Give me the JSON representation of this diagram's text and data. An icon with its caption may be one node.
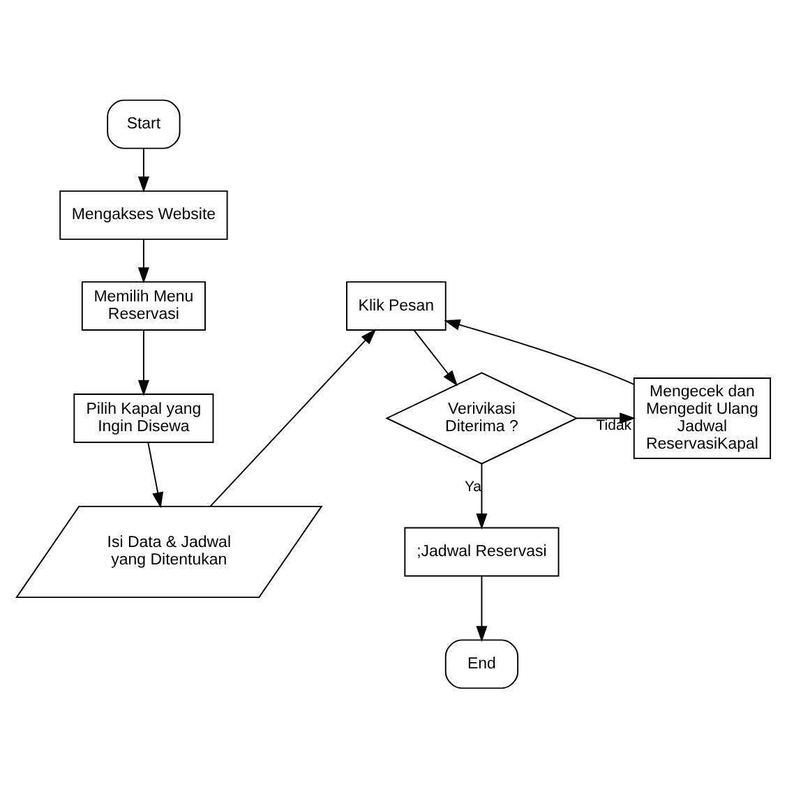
{
  "diagram": {
    "nodes": [
      {
        "text": [
          "Start"
        ]
      },
      {
        "text": [
          "Mengakses Website"
        ]
      },
      {
        "text": [
          "Memilih Menu Reservasi"
        ]
      },
      {
        "text": [
          "Pilih Kapal yang Ingin Disewa"
        ]
      },
      {
        "text": [
          "Isi Data & Jadwal yang Ditentukan"
        ]
      },
      {
        "text": [
          "Klik Pesan"
        ]
      },
      {
        "text": [
          "Verivikasi Diterima ?"
        ]
      },
      {
        "text": [
          "Mengecek dan Mengedit Ulang Jadwal ReservasiKapal"
        ]
      },
      {
        "text": [
          ";Jadwal Reservasi"
        ]
      },
      {
        "text": [
          "End"
        ]
      }
    ],
    "edges": [
      {
        "from": 0,
        "to": 1,
        "arrow": "to"
      },
      {
        "from": 1,
        "to": 2,
        "arrow": "to"
      },
      {
        "from": 2,
        "to": 3,
        "arrow": "to"
      },
      {
        "from": 3,
        "to": 4,
        "arrow": "to"
      },
      {
        "from": 4,
        "to": 5,
        "arrow": "to"
      },
      {
        "from": 5,
        "to": 6,
        "arrow": "to"
      },
      {
        "from": 6,
        "to": 7,
        "label": "Tidak",
        "arrow": "to"
      },
      {
        "from": 7,
        "to": 5,
        "arrow": "to"
      },
      {
        "from": 6,
        "to": 8,
        "label": "Ya",
        "arrow": "to"
      },
      {
        "from": 8,
        "to": 9,
        "arrow": "to"
      }
    ]
  }
}
